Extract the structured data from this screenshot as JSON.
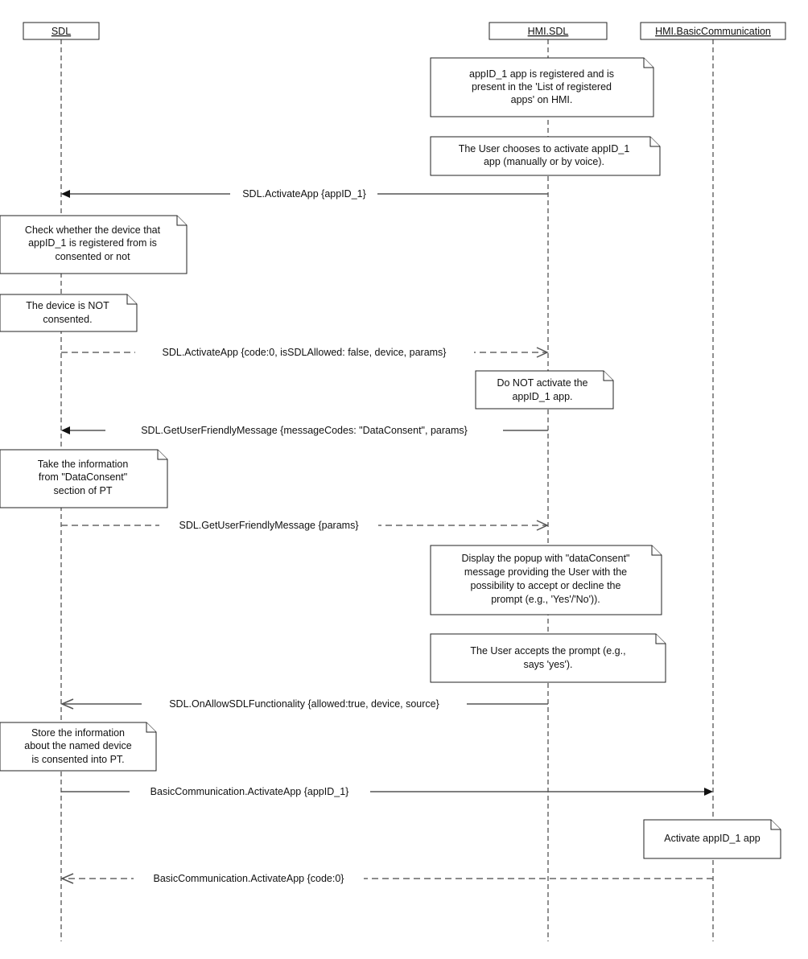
{
  "participants": [
    {
      "id": "sdl",
      "label": "SDL"
    },
    {
      "id": "hmi_sdl",
      "label": "HMI.SDL"
    },
    {
      "id": "hmi_bc",
      "label": "HMI.BasicCommunication"
    }
  ],
  "notes": [
    {
      "id": "n1",
      "lines": [
        "appID_1 app is registered and is",
        "present in the 'List of registered",
        "apps' on HMI."
      ]
    },
    {
      "id": "n2",
      "lines": [
        "The User chooses to activate appID_1",
        "app (manually or by voice)."
      ]
    },
    {
      "id": "n3",
      "lines": [
        "Check whether the device that",
        "appID_1 is registered from is",
        "consented or not"
      ]
    },
    {
      "id": "n4",
      "lines": [
        "The device is NOT",
        "consented."
      ]
    },
    {
      "id": "n5",
      "lines": [
        "Do NOT activate the",
        "appID_1 app."
      ]
    },
    {
      "id": "n6",
      "lines": [
        "Take the information",
        "from \"DataConsent\"",
        "section of PT"
      ]
    },
    {
      "id": "n7",
      "lines": [
        "Display the popup with  \"dataConsent\"",
        "message providing the User with the",
        "possibility to accept or decline the",
        "prompt (e.g., 'Yes'/'No'))."
      ]
    },
    {
      "id": "n8",
      "lines": [
        "The User accepts the prompt (e.g.,",
        "says 'yes')."
      ]
    },
    {
      "id": "n9",
      "lines": [
        "Store the information",
        "about the named device",
        "is consented into PT."
      ]
    },
    {
      "id": "n10",
      "lines": [
        "Activate appID_1 app"
      ]
    }
  ],
  "messages": [
    {
      "id": "m1",
      "label": "SDL.ActivateApp {appID_1}",
      "from": "hmi_sdl",
      "to": "sdl",
      "style": "solid"
    },
    {
      "id": "m2",
      "label": "SDL.ActivateApp {code:0, isSDLAllowed: false, device, params}",
      "from": "sdl",
      "to": "hmi_sdl",
      "style": "dashed"
    },
    {
      "id": "m3",
      "label": "SDL.GetUserFriendlyMessage {messageCodes: \"DataConsent\", params}",
      "from": "hmi_sdl",
      "to": "sdl",
      "style": "solid"
    },
    {
      "id": "m4",
      "label": "SDL.GetUserFriendlyMessage {params}",
      "from": "sdl",
      "to": "hmi_sdl",
      "style": "dashed"
    },
    {
      "id": "m5",
      "label": "SDL.OnAllowSDLFunctionality {allowed:true, device, source}",
      "from": "hmi_sdl",
      "to": "sdl",
      "style": "solid-open"
    },
    {
      "id": "m6",
      "label": "BasicCommunication.ActivateApp {appID_1}",
      "from": "sdl",
      "to": "hmi_bc",
      "style": "solid"
    },
    {
      "id": "m7",
      "label": "BasicCommunication.ActivateApp {code:0}",
      "from": "hmi_bc",
      "to": "sdl",
      "style": "dashed"
    }
  ]
}
